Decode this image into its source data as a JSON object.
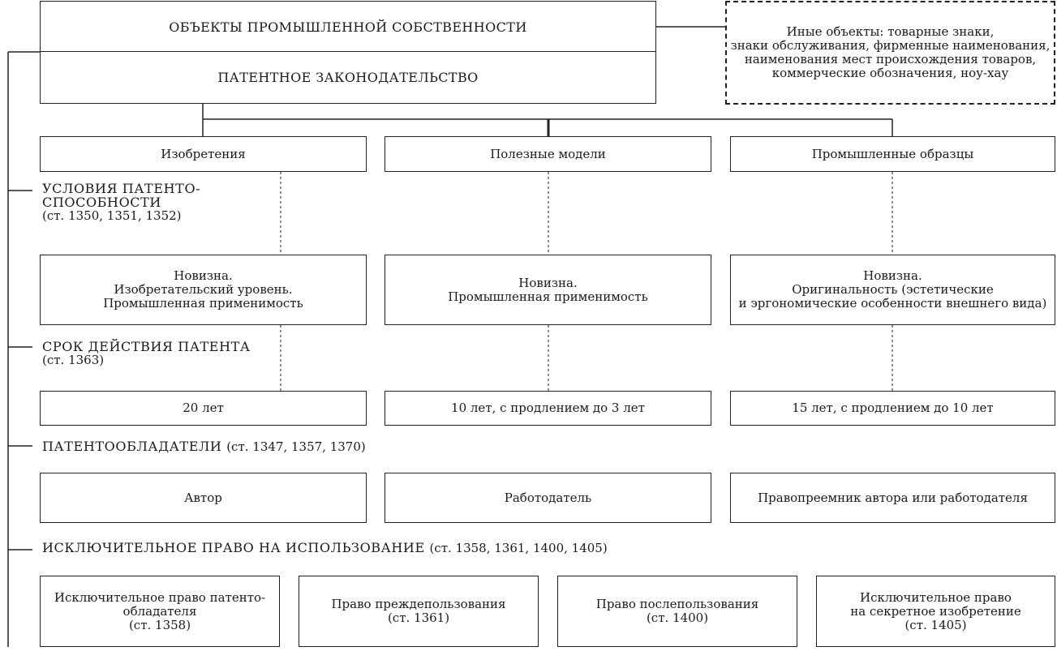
{
  "header": {
    "title": "ОБЪЕКТЫ ПРОМЫШЛЕННОЙ СОБСТВЕННОСТИ",
    "subtitle": "ПАТЕНТНОЕ ЗАКОНОДАТЕЛЬСТВО"
  },
  "other_objects": [
    "Иные объекты: товарные знаки,",
    "знаки обслуживания, фирменные наименования,",
    "наименования мест происхождения товаров,",
    "коммерческие обозначения, ноу-хау"
  ],
  "categories": [
    "Изобретения",
    "Полезные модели",
    "Промышленные образцы"
  ],
  "sections": {
    "patentability": {
      "title_lines": [
        "УСЛОВИЯ ПАТЕНТО-",
        "СПОСОБНОСТИ"
      ],
      "articles": "(ст. 1350, 1351, 1352)"
    },
    "term": {
      "title": "СРОК ДЕЙСТВИЯ ПАТЕНТА",
      "articles": "(ст. 1363)"
    },
    "holders": {
      "title": "ПАТЕНТООБЛАДАТЕЛИ",
      "articles": "(ст. 1347, 1357, 1370)"
    },
    "exclusive": {
      "title": "ИСКЛЮЧИТЕЛЬНОЕ ПРАВО НА ИСПОЛЬЗОВАНИЕ",
      "articles": "(ст. 1358, 1361, 1400, 1405)"
    }
  },
  "conditions": [
    [
      "Новизна.",
      "Изобретательский уровень.",
      "Промышленная применимость"
    ],
    [
      "Новизна.",
      "Промышленная применимость"
    ],
    [
      "Новизна.",
      "Оригинальность (эстетические",
      "и эргономические особенности внешнего вида)"
    ]
  ],
  "terms": [
    "20 лет",
    "10 лет, с продлением до 3 лет",
    "15 лет, с продлением до 10 лет"
  ],
  "holders": [
    "Автор",
    "Работодатель",
    "Правопреемник автора или работодателя"
  ],
  "rights": [
    [
      "Исключительное право патенто-",
      "обладателя",
      "(ст. 1358)"
    ],
    [
      "Право преждепользования",
      "(ст. 1361)"
    ],
    [
      "Право послепользования",
      "(ст. 1400)"
    ],
    [
      "Исключительное право",
      "на секретное изобретение",
      "(ст. 1405)"
    ]
  ]
}
